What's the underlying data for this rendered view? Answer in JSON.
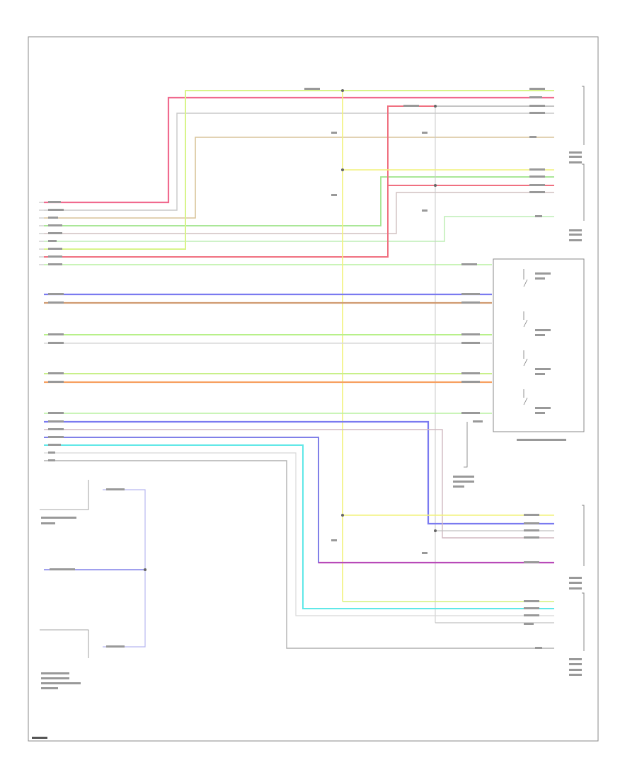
{
  "diagram": {
    "footer_code": "",
    "wires": [
      {
        "id": "w-yel-grn-top",
        "color": "#d6f07a"
      },
      {
        "id": "w-pink",
        "color": "#f06a8e"
      },
      {
        "id": "w-gry-red",
        "color": "#b8b8b8"
      },
      {
        "id": "w-tan",
        "color": "#d6b98a"
      },
      {
        "id": "w-grn",
        "color": "#8ee06a"
      },
      {
        "id": "w-yel",
        "color": "#f2f27a"
      },
      {
        "id": "w-red",
        "color": "#e8506a"
      },
      {
        "id": "w-blu",
        "color": "#7a7af0"
      },
      {
        "id": "w-brn",
        "color": "#d09a70"
      },
      {
        "id": "w-lt-grn",
        "color": "#b8f08a"
      },
      {
        "id": "w-orn",
        "color": "#f7a060"
      },
      {
        "id": "w-cyan",
        "color": "#60e8e8"
      },
      {
        "id": "w-purple",
        "color": "#b84ab8"
      }
    ]
  }
}
